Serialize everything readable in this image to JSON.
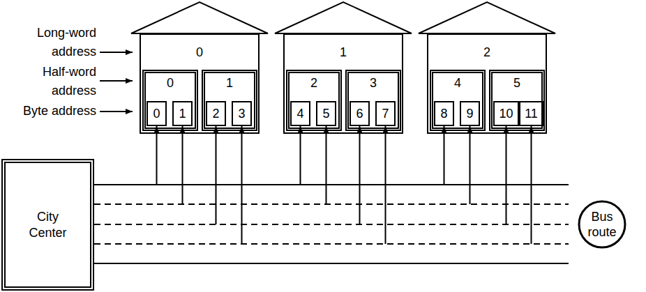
{
  "diagram": {
    "nodes": [
      {
        "text": [
          "0"
        ]
      },
      {
        "text": [
          "0"
        ],
        "in": 0
      },
      {
        "text": [
          "0"
        ],
        "in": 1
      },
      {
        "text": [
          "1"
        ],
        "in": 1
      },
      {
        "text": [
          "1"
        ],
        "in": 0
      },
      {
        "text": [
          "2"
        ],
        "in": 4
      },
      {
        "text": [
          "3"
        ],
        "in": 4
      },
      {
        "text": [
          "1"
        ]
      },
      {
        "text": [
          "2"
        ],
        "in": 7
      },
      {
        "text": [
          "4"
        ],
        "in": 8
      },
      {
        "text": [
          "5"
        ],
        "in": 8
      },
      {
        "text": [
          "3"
        ],
        "in": 7
      },
      {
        "text": [
          "6"
        ],
        "in": 11
      },
      {
        "text": [
          "7"
        ],
        "in": 11
      },
      {
        "text": [
          "2"
        ]
      },
      {
        "text": [
          "4"
        ],
        "in": 14
      },
      {
        "text": [
          "8"
        ],
        "in": 15
      },
      {
        "text": [
          "9"
        ],
        "in": 15
      },
      {
        "text": [
          "5"
        ],
        "in": 14
      },
      {
        "text": [
          "10"
        ],
        "in": 18
      },
      {
        "text": [
          "11"
        ],
        "in": 18
      },
      {
        "text": [
          "City Center"
        ]
      },
      {
        "text": [
          "Bus route"
        ]
      }
    ],
    "edges": [
      {
        "from": 21,
        "to": 2,
        "arrow": "to"
      },
      {
        "from": 21,
        "to": 3,
        "arrow": "to"
      },
      {
        "from": 21,
        "to": 5,
        "arrow": "to"
      },
      {
        "from": 21,
        "to": 6,
        "arrow": "to"
      },
      {
        "from": 21,
        "to": 9,
        "arrow": "to"
      },
      {
        "from": 21,
        "to": 10,
        "arrow": "to"
      },
      {
        "from": 21,
        "to": 12,
        "arrow": "to"
      },
      {
        "from": 21,
        "to": 13,
        "arrow": "to"
      },
      {
        "from": 21,
        "to": 16,
        "arrow": "to"
      },
      {
        "from": 21,
        "to": 17,
        "arrow": "to"
      },
      {
        "from": 21,
        "to": 19,
        "arrow": "to"
      },
      {
        "from": 21,
        "to": 20,
        "arrow": "to"
      }
    ],
    "labels": [
      "Long-word address",
      "Half-word address",
      "Byte address"
    ]
  }
}
